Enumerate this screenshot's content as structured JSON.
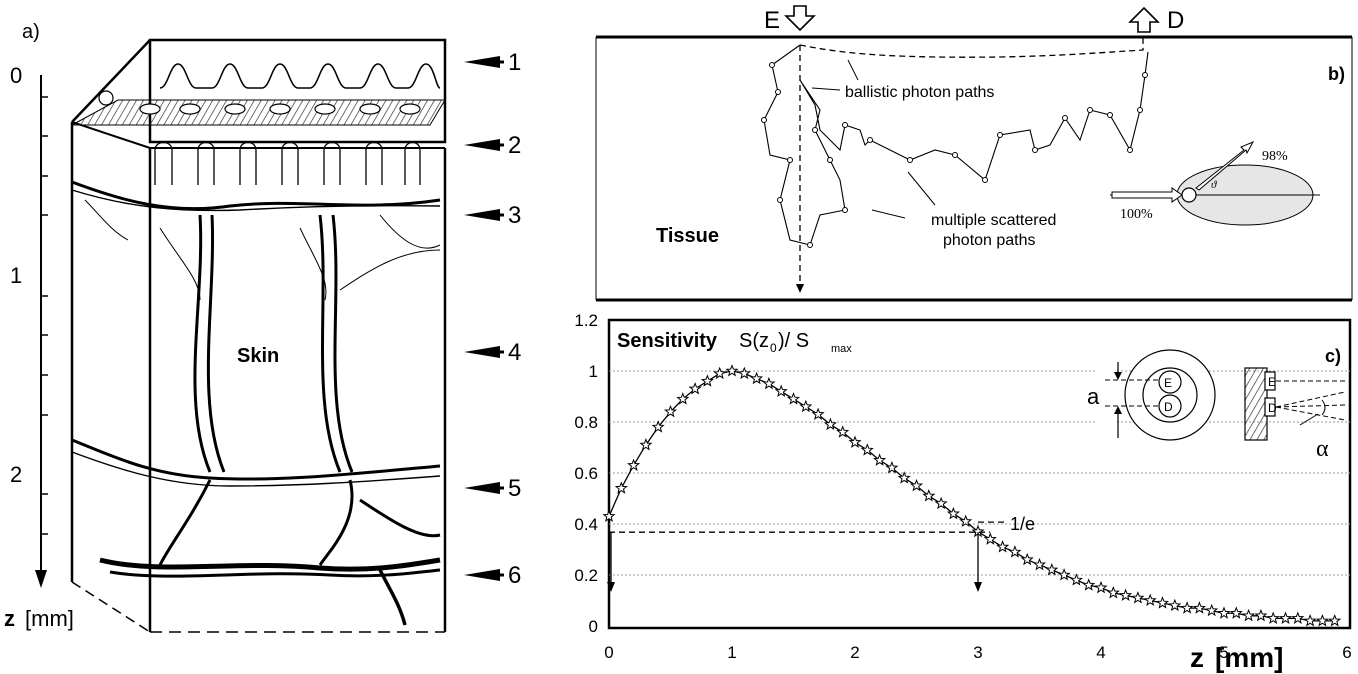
{
  "panel_a": {
    "tag": "a)",
    "axis_ticks": [
      "0",
      "1",
      "2"
    ],
    "axis_label_symbol": "z",
    "axis_label_unit": "[mm]",
    "center_label": "Skin",
    "layer_markers": [
      "1",
      "2",
      "3",
      "4",
      "5",
      "6"
    ]
  },
  "panel_b": {
    "tag": "b)",
    "emitter_label": "E",
    "detector_label": "D",
    "tissue_label": "Tissue",
    "ballistic_label": "ballistic photon paths",
    "scattered_label_line1": "multiple scattered",
    "scattered_label_line2": "photon paths",
    "incident_percent": "100%",
    "scattered_percent": "98%",
    "angle_symbol": "ϑ"
  },
  "panel_c": {
    "tag": "c)",
    "inset_a_label": "a",
    "inset_alpha_label": "α",
    "inset_E": "E",
    "inset_D": "D",
    "one_over_e_label": "1/e"
  },
  "chart_data": {
    "type": "scatter",
    "title_bold": "Sensitivity",
    "title_formula_prefix": "S(z",
    "title_formula_sub": "0",
    "title_formula_mid": ")/ S",
    "title_formula_sub2": "max",
    "xlabel_symbol": "z",
    "xlabel_unit": "[mm]",
    "xlim": [
      0,
      6
    ],
    "ylim": [
      0,
      1.2
    ],
    "x_ticks": [
      "0",
      "1",
      "2",
      "3",
      "4",
      "5",
      "6"
    ],
    "y_ticks": [
      "0",
      "0.2",
      "0.4",
      "0.6",
      "0.8",
      "1",
      "1.2"
    ],
    "grid": "horizontal",
    "marker": "star",
    "x": [
      0.0,
      0.1,
      0.2,
      0.3,
      0.4,
      0.5,
      0.6,
      0.7,
      0.8,
      0.9,
      1.0,
      1.1,
      1.2,
      1.3,
      1.4,
      1.5,
      1.6,
      1.7,
      1.8,
      1.9,
      2.0,
      2.1,
      2.2,
      2.3,
      2.4,
      2.5,
      2.6,
      2.7,
      2.8,
      2.9,
      3.0,
      3.1,
      3.2,
      3.3,
      3.4,
      3.5,
      3.6,
      3.7,
      3.8,
      3.9,
      4.0,
      4.1,
      4.2,
      4.3,
      4.4,
      4.5,
      4.6,
      4.7,
      4.8,
      4.9,
      5.0,
      5.1,
      5.2,
      5.3,
      5.4,
      5.5,
      5.6,
      5.7,
      5.8,
      5.9
    ],
    "y": [
      0.43,
      0.54,
      0.63,
      0.71,
      0.78,
      0.84,
      0.89,
      0.93,
      0.96,
      0.99,
      1.0,
      0.99,
      0.97,
      0.95,
      0.92,
      0.89,
      0.86,
      0.83,
      0.79,
      0.76,
      0.72,
      0.69,
      0.65,
      0.62,
      0.58,
      0.55,
      0.51,
      0.48,
      0.44,
      0.41,
      0.37,
      0.34,
      0.31,
      0.29,
      0.26,
      0.24,
      0.22,
      0.2,
      0.18,
      0.16,
      0.15,
      0.13,
      0.12,
      0.11,
      0.1,
      0.09,
      0.08,
      0.07,
      0.07,
      0.06,
      0.05,
      0.05,
      0.04,
      0.04,
      0.03,
      0.03,
      0.03,
      0.02,
      0.02,
      0.02
    ],
    "annotation": {
      "x": 3.0,
      "y": 0.368,
      "label": "1/e"
    }
  }
}
